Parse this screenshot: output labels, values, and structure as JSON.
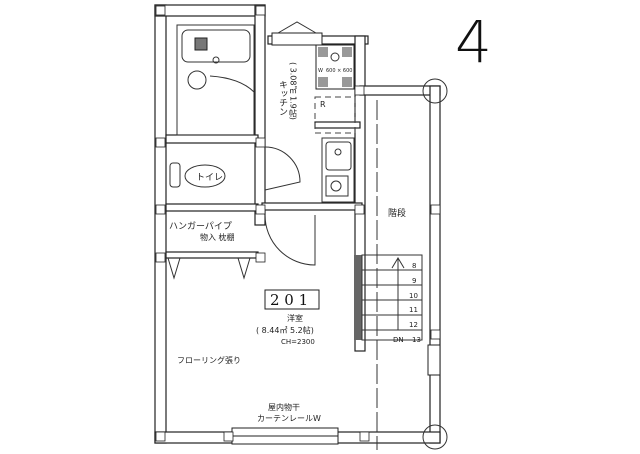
{
  "page_number": "4",
  "rooms": {
    "kitchen_label": "キッチン",
    "kitchen_area": "( 3.08㎡ 1.9帖)",
    "washer_size": "600 × 600",
    "washer_mark": "W",
    "fridge_mark": "R",
    "toilet_label": "トイレ",
    "stairs_label": "階段",
    "closet_hanger": "ハンガーパイプ",
    "closet_label": "物入 枕棚",
    "room_number": "2 0 1",
    "room_type": "洋室",
    "room_area": "( 8.44㎡ 5.2帖)",
    "ceiling_height": "CH=2300",
    "flooring": "フローリング張り",
    "indoor_drying": "屋内物干",
    "curtain_rail": "カーテンレールW"
  },
  "stairs": {
    "steps": [
      "8",
      "9",
      "10",
      "11",
      "12",
      "13"
    ],
    "direction": "DN"
  }
}
